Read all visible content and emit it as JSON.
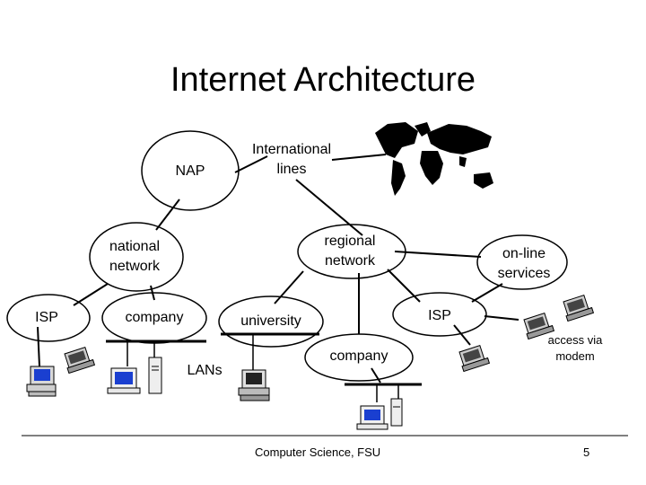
{
  "slide": {
    "title": "Internet Architecture",
    "footer_text": "Computer Science, FSU",
    "page_number": "5"
  },
  "nodes": {
    "nap": "NAP",
    "international": "International\nlines",
    "national": "national\nnetwork",
    "regional": "regional\nnetwork",
    "online": "on-line\nservices",
    "isp_left": "ISP",
    "company_left": "company",
    "university": "university",
    "isp_right": "ISP",
    "company_right": "company",
    "lans": "LANs",
    "modem": "access via\nmodem"
  },
  "icons": [
    "world-map-icon",
    "desktop-computer-icon",
    "laptop-icon",
    "server-tower-icon",
    "workstation-icon"
  ]
}
